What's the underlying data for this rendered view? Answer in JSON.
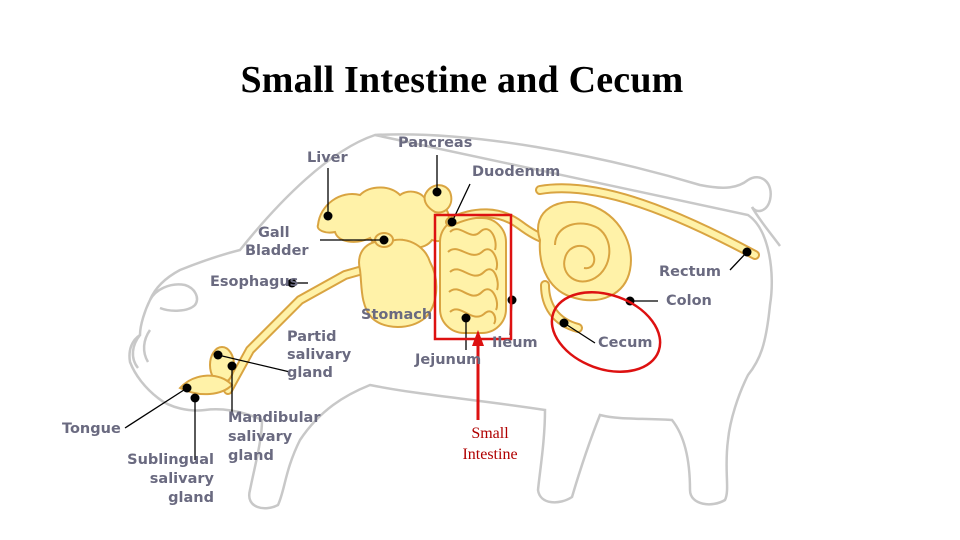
{
  "title": "Small Intestine and Cecum",
  "labels": {
    "pancreas": "Pancreas",
    "liver": "Liver",
    "duodenum": "Duodenum",
    "gall_bladder_1": "Gall",
    "gall_bladder_2": "Bladder",
    "esophagus": "Esophagus",
    "rectum": "Rectum",
    "colon": "Colon",
    "stomach": "Stomach",
    "partid_1": "Partid",
    "partid_2": "salivary",
    "partid_3": "gland",
    "ileum": "Ileum",
    "cecum": "Cecum",
    "jejunum": "Jejunum",
    "tongue": "Tongue",
    "mandibular_1": "Mandibular",
    "mandibular_2": "salivary",
    "mandibular_3": "gland",
    "sublingual_1": "Sublingual",
    "sublingual_2": "salivary",
    "sublingual_3": "gland"
  },
  "callout": {
    "line_1": "Small",
    "line_2": "Intestine"
  },
  "colors": {
    "organ_fill": "#fff2a8",
    "organ_stroke": "#d9a441",
    "outline": "#c8c8c8",
    "highlight": "#dd1111",
    "label_text": "#6a6a80"
  }
}
